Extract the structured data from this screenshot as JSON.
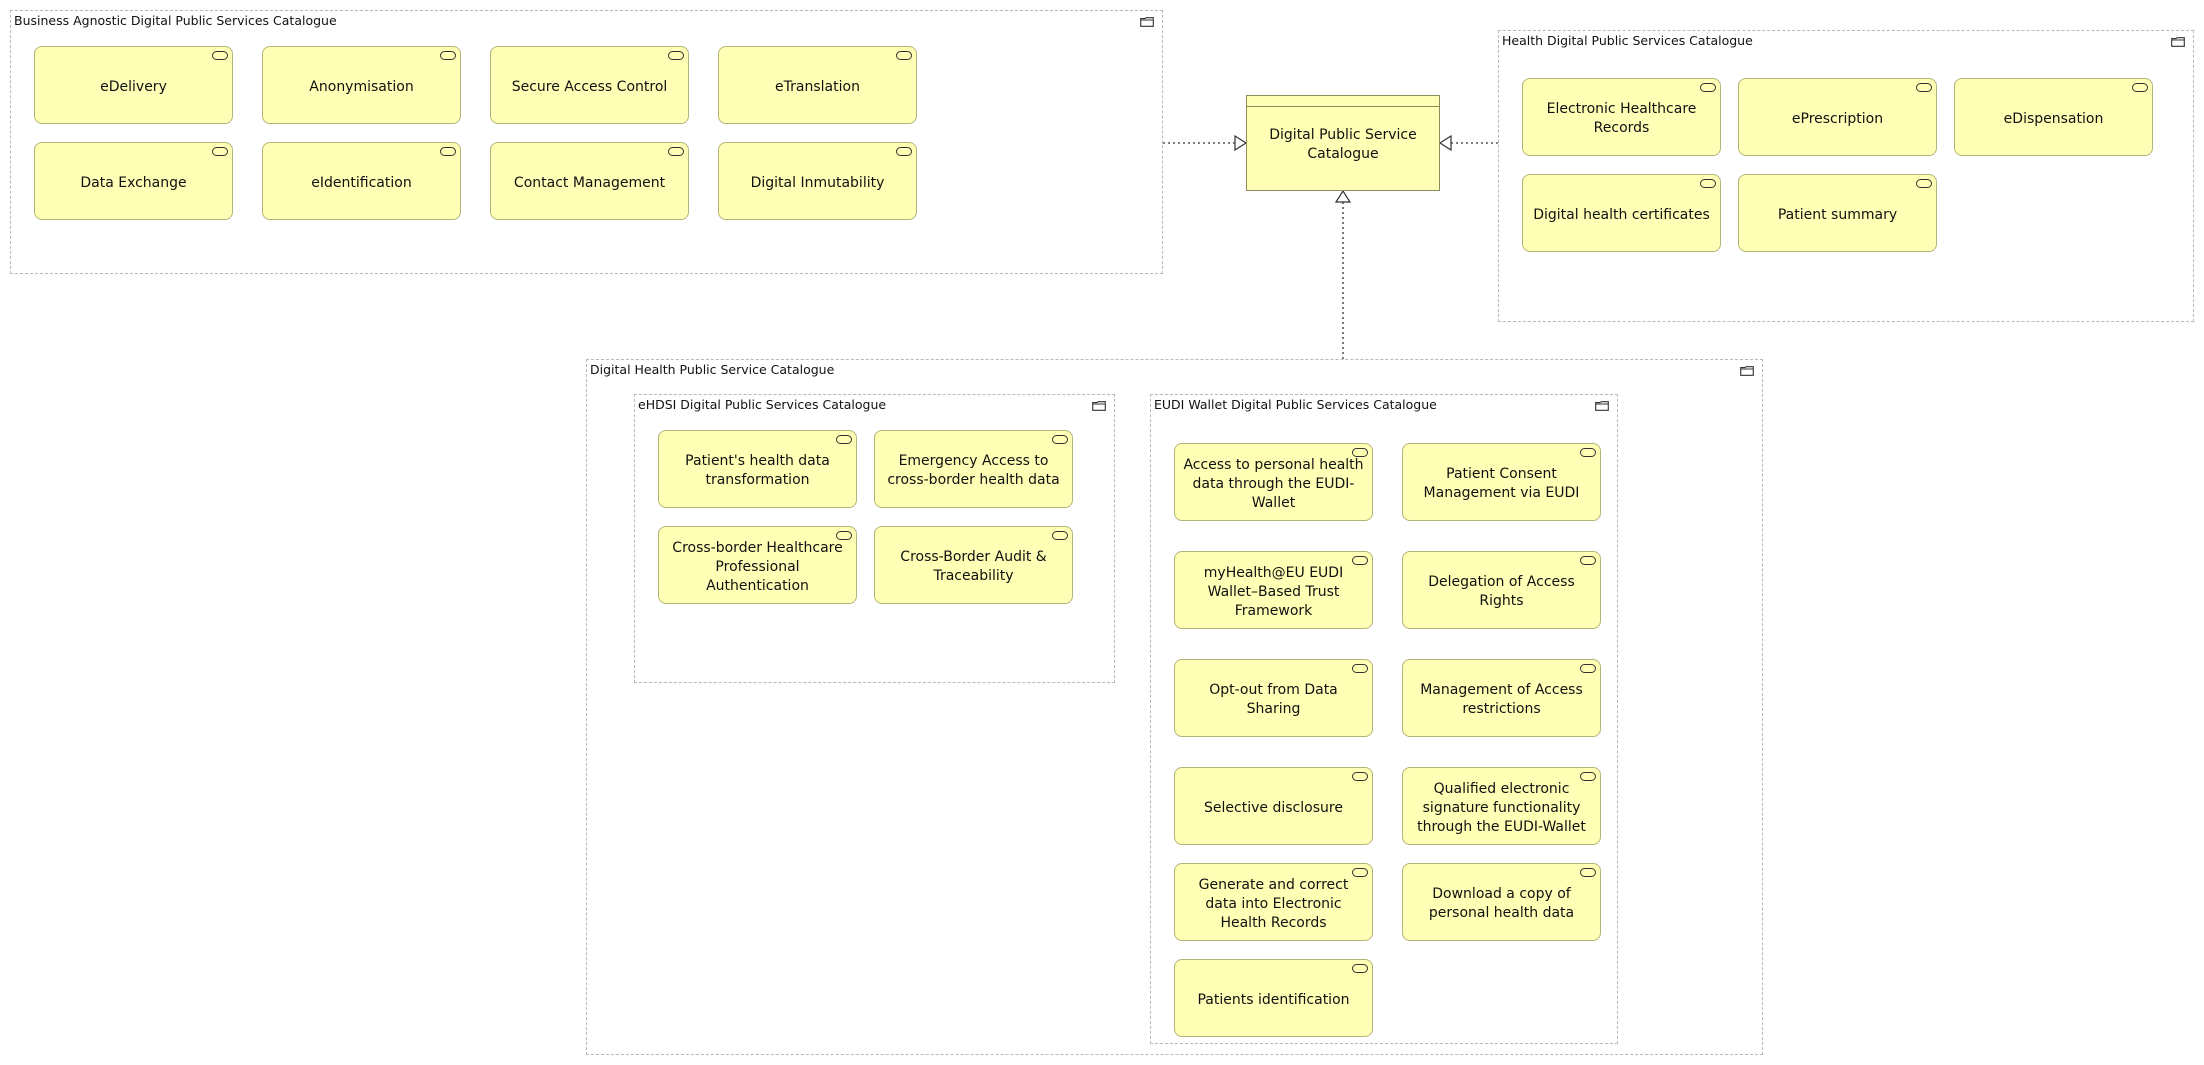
{
  "central": {
    "label": "Digital Public Service Catalogue"
  },
  "business_agnostic": {
    "title": "Business Agnostic Digital Public Services Catalogue",
    "services": [
      "eDelivery",
      "Anonymisation",
      "Secure Access Control",
      "eTranslation",
      "Data Exchange",
      "eIdentification",
      "Contact Management",
      "Digital Inmutability"
    ]
  },
  "health": {
    "title": "Health Digital Public Services Catalogue",
    "services": [
      "Electronic Healthcare Records",
      "ePrescription",
      "eDispensation",
      "Digital health certificates",
      "Patient summary"
    ]
  },
  "digital_health": {
    "title": "Digital Health Public Service Catalogue",
    "ehdsi": {
      "title": "eHDSI Digital Public Services Catalogue",
      "services": [
        "Patient's health data transformation",
        "Emergency Access to cross-border health data",
        "Cross-border Healthcare Professional Authentication",
        "Cross-Border Audit & Traceability"
      ]
    },
    "eudi": {
      "title": "EUDI Wallet Digital Public Services Catalogue",
      "services": [
        "Access to personal health data through the EUDI-Wallet",
        "Patient Consent Management via EUDI",
        "myHealth@EU EUDI Wallet–Based Trust Framework",
        "Delegation of Access Rights",
        "Opt-out from Data Sharing",
        "Management of Access restrictions",
        "Selective disclosure",
        "Qualified electronic signature functionality through the EUDI-Wallet",
        "Generate and correct data into Electronic Health Records",
        "Download a copy of personal health data",
        "Patients identification"
      ]
    }
  },
  "colors": {
    "service_fill": "#ffffb5",
    "service_border": "#b4b478",
    "group_border": "#b8b8c4"
  },
  "icons": {
    "group": "folder-icon",
    "service": "business-service-icon"
  }
}
